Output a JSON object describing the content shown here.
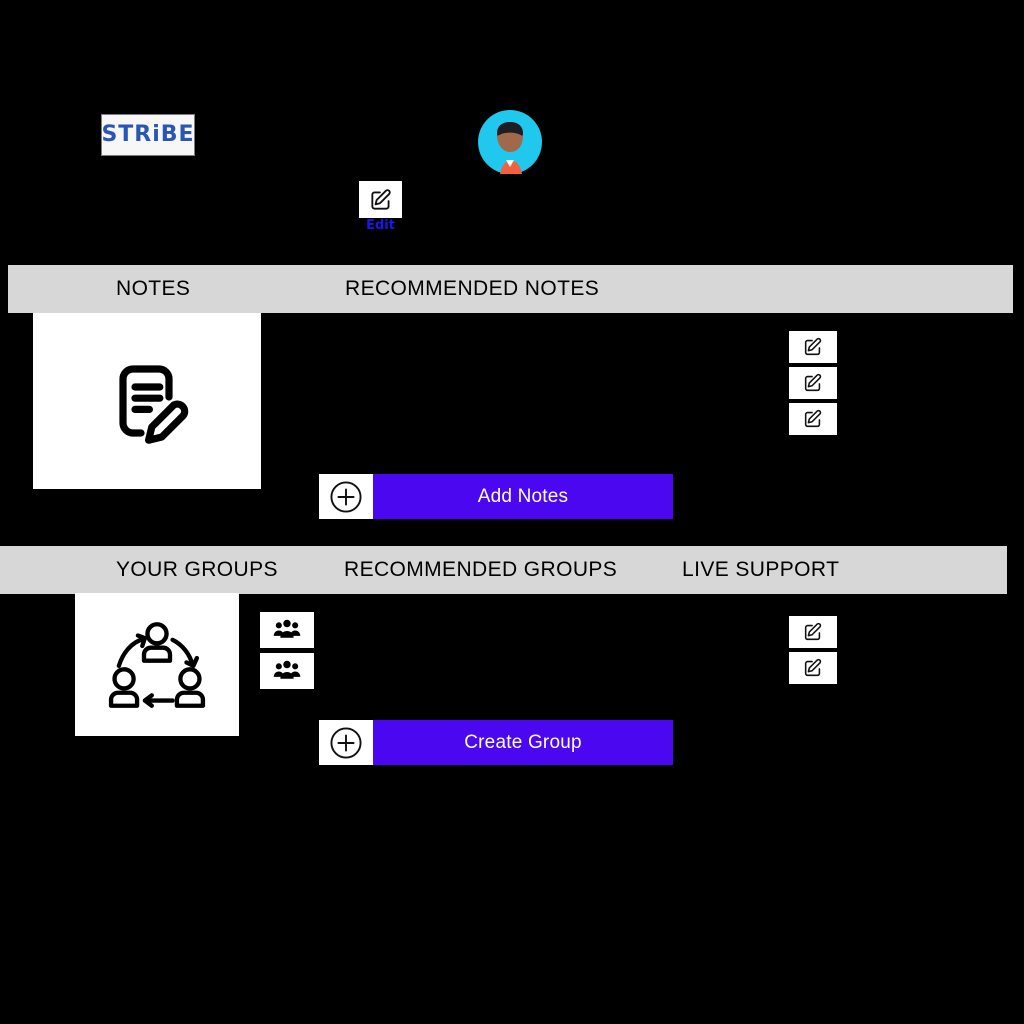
{
  "app": {
    "logo_text": "STRiBE",
    "logo_icon": "stribe-logo",
    "avatar_icon": "user-avatar",
    "edit_icon": "edit-pencil-icon",
    "edit_label": "Edit"
  },
  "colors": {
    "page_background": "#000000",
    "section_bar": "#d7d7d7",
    "panel": "#ffffff",
    "primary_button": "#4a07f0",
    "logo_text": "#2b55b4",
    "edit_label": "#1717ee",
    "avatar_background": "#1fc8ec"
  },
  "notes_section": {
    "columns": [
      {
        "label": "NOTES"
      },
      {
        "label": "RECOMMENDED NOTES"
      }
    ],
    "panel_icon": "note-with-pencil-icon",
    "action": {
      "plus_icon": "plus-circle-icon",
      "button_label": "Add Notes"
    },
    "live_support_items": [
      {
        "icon": "edit-pencil-icon"
      },
      {
        "icon": "edit-pencil-icon"
      },
      {
        "icon": "edit-pencil-icon"
      }
    ]
  },
  "groups_section": {
    "columns": [
      {
        "label": "YOUR GROUPS"
      },
      {
        "label": "RECOMMENDED GROUPS"
      },
      {
        "label": "LIVE SUPPORT"
      }
    ],
    "panel_icon": "people-network-icon",
    "recommended_items": [
      {
        "icon": "people-group-icon"
      },
      {
        "icon": "people-group-icon"
      }
    ],
    "action": {
      "plus_icon": "plus-circle-icon",
      "button_label": "Create Group"
    },
    "live_support_items": [
      {
        "icon": "edit-pencil-icon"
      },
      {
        "icon": "edit-pencil-icon"
      }
    ]
  }
}
